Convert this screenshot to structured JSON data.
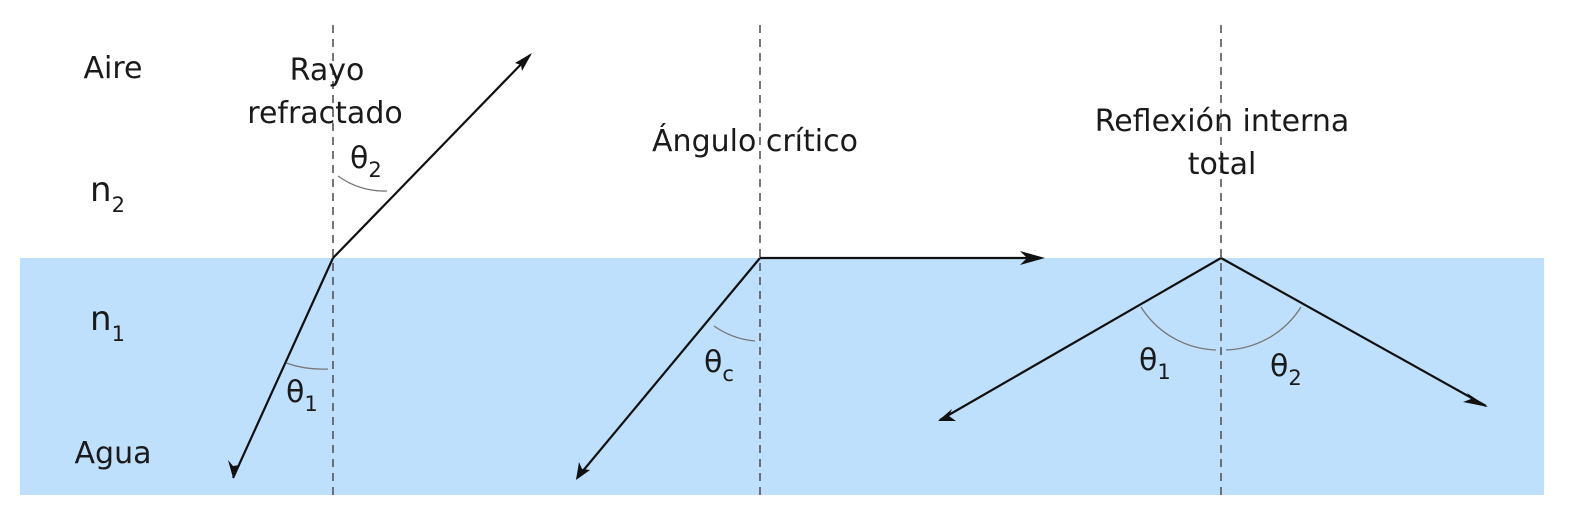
{
  "colors": {
    "water": "#bfe0fc",
    "air": "#ffffff",
    "ray": "#111111",
    "normal": "#555555"
  },
  "media": {
    "air_label": "Aire",
    "water_label": "Agua",
    "n2": {
      "symbol": "n",
      "sub": "2"
    },
    "n1": {
      "symbol": "n",
      "sub": "1"
    }
  },
  "cases": {
    "refraction": {
      "title_line1": "Rayo",
      "title_line2": "refractado",
      "theta_top": {
        "symbol": "θ",
        "sub": "2"
      },
      "theta_bottom": {
        "symbol": "θ",
        "sub": "1"
      }
    },
    "critical": {
      "title": "Ángulo crítico",
      "theta": {
        "symbol": "θ",
        "sub": "c"
      }
    },
    "tir": {
      "title_line1": "Reflexión interna",
      "title_line2": "total",
      "theta_left": {
        "symbol": "θ",
        "sub": "1"
      },
      "theta_right": {
        "symbol": "θ",
        "sub": "2"
      }
    }
  }
}
